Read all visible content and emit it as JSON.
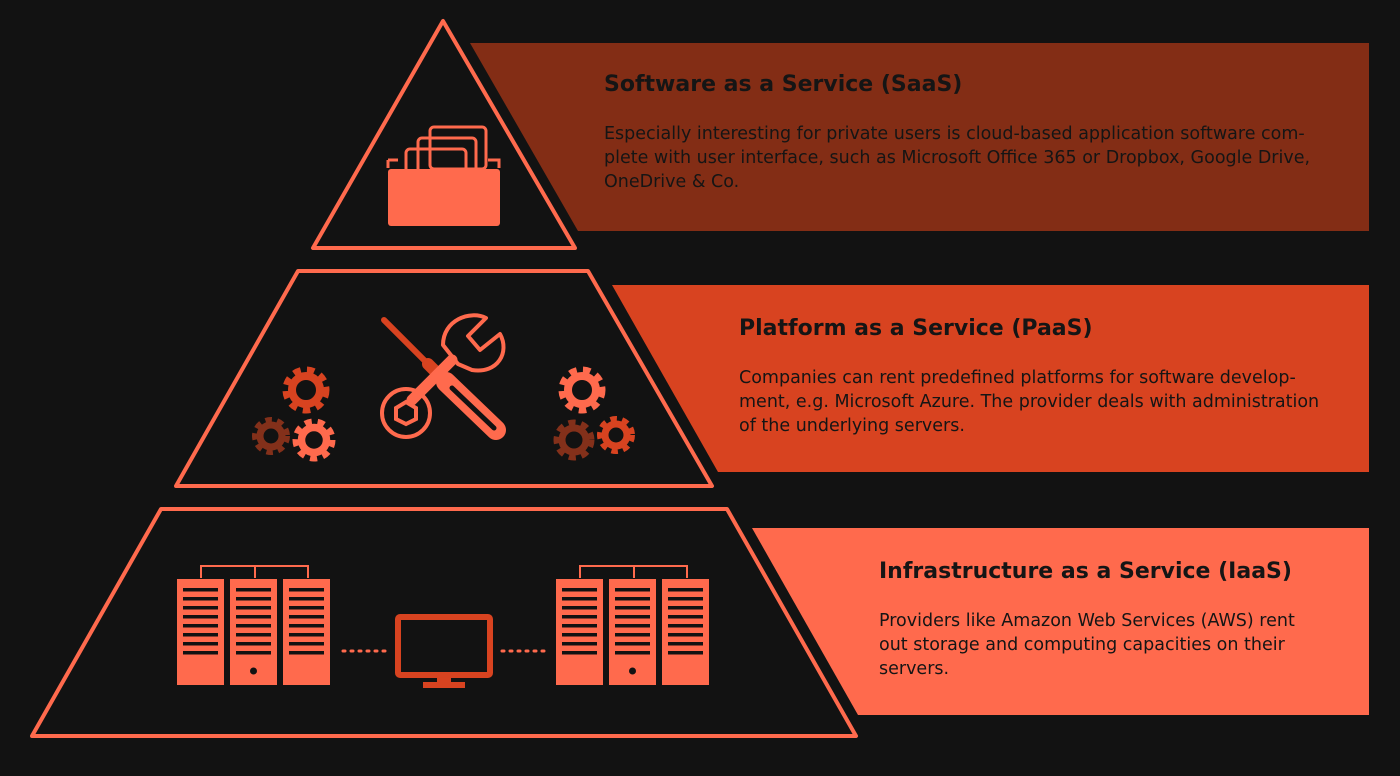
{
  "colors": {
    "background": "#121212",
    "outline": "#ff6a4d",
    "icon": "#ff6a4d",
    "saas_band": "#832d15",
    "paas_band": "#d84320",
    "iaas_band": "#ff6a4d",
    "dark_gear": "#83301a",
    "text": "#151515"
  },
  "layers": [
    {
      "id": "saas",
      "title": "Software as a Service (SaaS)",
      "description": "Especially interesting for private users is cloud-based application software com-plete with user interface, such as Microsoft Office 365 or Dropbox, Google Drive, OneDrive & Co.",
      "icon": "folder-icon"
    },
    {
      "id": "paas",
      "title": "Platform as a Service (PaaS)",
      "description": "Companies can rent predefined platforms for software develop-ment, e.g. Microsoft Azure. The provider deals with administration of the underlying servers.",
      "icons": [
        "gears-icon",
        "screwdriver-wrench-icon",
        "gears-icon"
      ]
    },
    {
      "id": "iaas",
      "title": "Infrastructure as a Service (IaaS)",
      "description": "Providers like Amazon Web Services (AWS) rent out storage and computing capacities on their servers.",
      "icons": [
        "server-rack-icon",
        "monitor-icon",
        "server-rack-icon"
      ]
    }
  ]
}
